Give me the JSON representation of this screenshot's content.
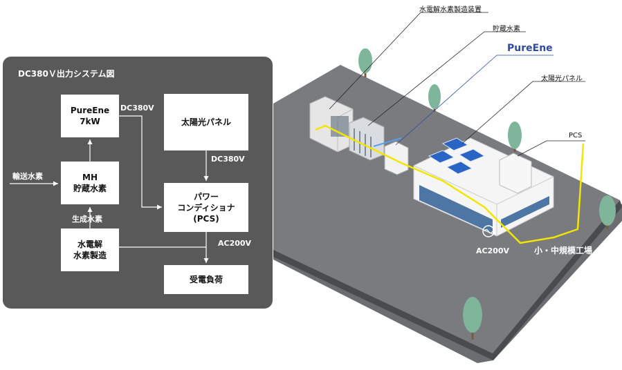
{
  "system": {
    "title": "DC380Ｖ出力システム図",
    "boxes": {
      "pureene_line1": "PureEne",
      "pureene_line2": "7kW",
      "solar": "太陽光パネル",
      "mh_line1": "MH",
      "mh_line2": "貯蔵水素",
      "pcs_line1": "パワー",
      "pcs_line2": "コンディショナ",
      "pcs_line3": "(PCS)",
      "electrolysis_line1": "水電解",
      "electrolysis_line2": "水素製造",
      "load": "受電負荷"
    },
    "labels": {
      "dc380_top": "DC380V",
      "dc380_solar": "DC380V",
      "transport_h2": "輸送水素",
      "generated_h2": "生成水素",
      "ac200": "AC200V"
    }
  },
  "illustration": {
    "callouts": {
      "electrolysis_device": "水電解水素製造装置",
      "storage_h2": "貯蔵水素",
      "pureene": "PureEne",
      "solar_panel": "太陽光パネル",
      "pcs": "PCS",
      "ac200v": "AC200V",
      "factory": "小・中規模工場"
    }
  }
}
